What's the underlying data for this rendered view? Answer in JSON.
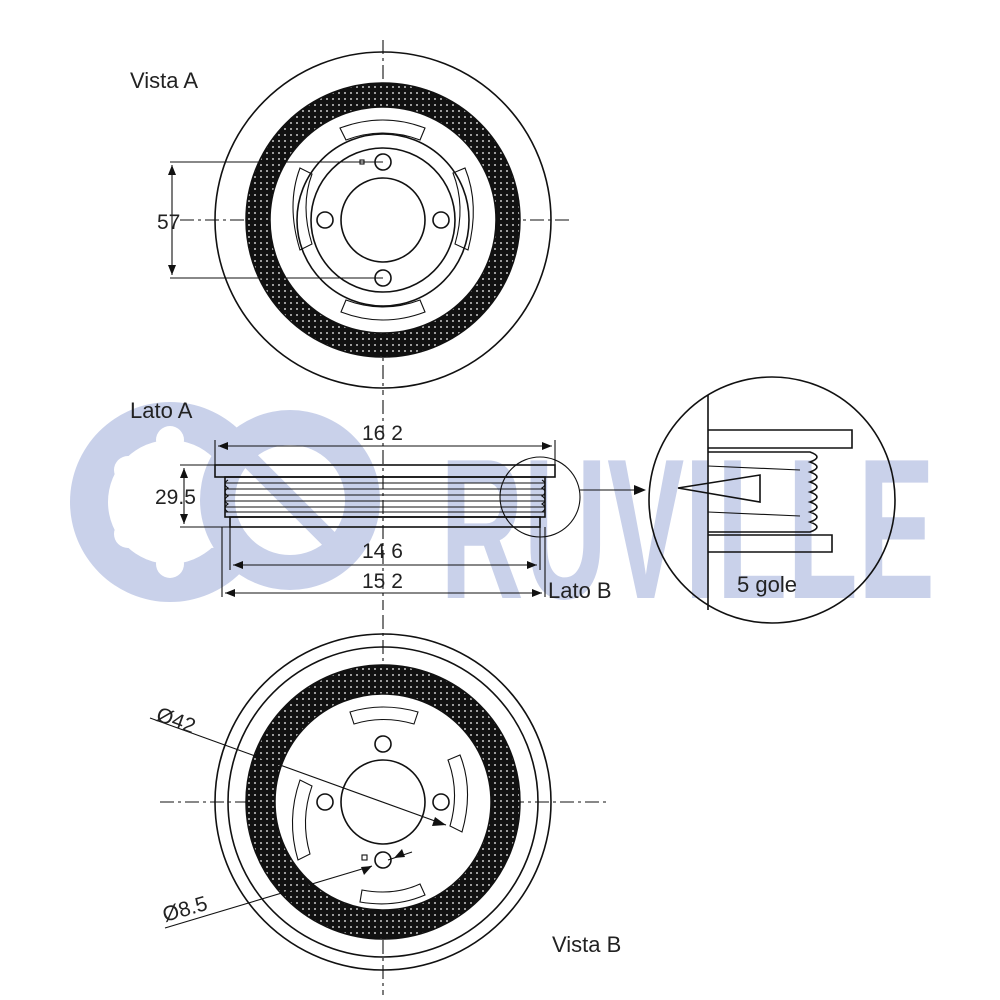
{
  "watermark": {
    "text": "RUVILLE",
    "color": "#c9d1ea"
  },
  "views": {
    "vista_a": "Vista A",
    "lato_a": "Lato A",
    "lato_b": "Lato B",
    "vista_b": "Vista B"
  },
  "dimensions": {
    "bolt_spacing": "57",
    "outer_diameter": "16 2",
    "width": "29.5",
    "groove_diameter": "14 6",
    "flange_diameter": "15 2",
    "hub_diameter": "Ø42",
    "hole_diameter": "Ø8.5"
  },
  "detail": {
    "grooves": "5 gole"
  }
}
